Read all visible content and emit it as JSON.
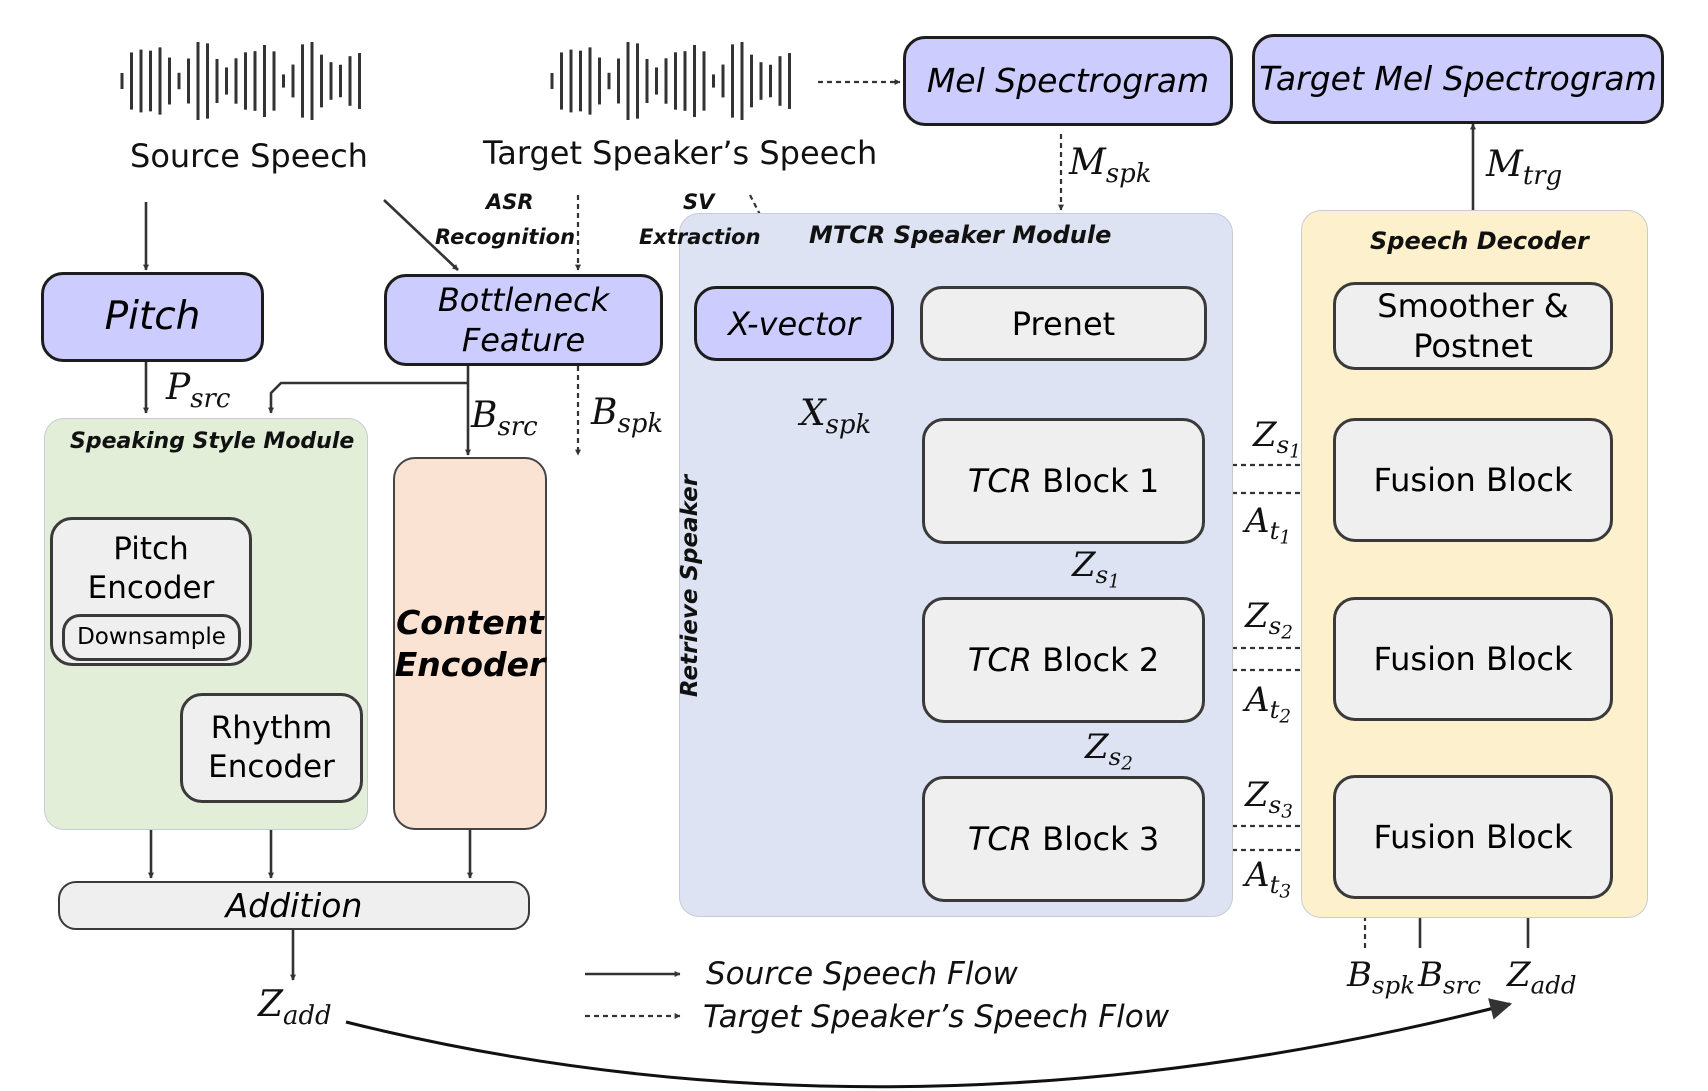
{
  "top": {
    "source_speech": "Source Speech",
    "target_speech": "Target Speaker’s Speech",
    "mel_spectrogram": "Mel Spectrogram",
    "target_mel_spectrogram": "Target Mel Spectrogram",
    "asr_1": "ASR",
    "asr_2": "Recognition",
    "sv_1": "SV",
    "sv_2": "Extraction"
  },
  "features": {
    "pitch": "Pitch",
    "bottleneck_1": "Bottleneck",
    "bottleneck_2": "Feature",
    "xvector": "X-vector"
  },
  "style_module": {
    "title": "Speaking Style Module",
    "pitch_encoder_1": "Pitch",
    "pitch_encoder_2": "Encoder",
    "downsample": "Downsample",
    "rhythm_encoder_1": "Rhythm",
    "rhythm_encoder_2": "Encoder"
  },
  "content_encoder": {
    "line1": "Content",
    "line2": "Encoder"
  },
  "addition": "Addition",
  "mtcr": {
    "title": "MTCR Speaker Module",
    "prenet": "Prenet",
    "retrieve": "Retrieve Speaker",
    "tcr_prefix": "TCR",
    "block1": "Block 1",
    "block2": "Block 2",
    "block3": "Block 3"
  },
  "decoder": {
    "title": "Speech Decoder",
    "smoother_1": "Smoother &",
    "smoother_2": "Postnet",
    "fusion": "Fusion Block"
  },
  "symbols": {
    "P": "P",
    "src": "src",
    "B": "B",
    "spk": "spk",
    "X": "X",
    "M": "M",
    "trg": "trg",
    "Z": "Z",
    "add": "add",
    "A": "A",
    "s": "s",
    "t": "t",
    "one": "1",
    "two": "2",
    "three": "3"
  },
  "legend": {
    "solid": "Source Speech Flow",
    "dashed": "Target Speaker’s Speech Flow"
  },
  "colors": {
    "feature_purple": "#ccccff",
    "style_green": "#e2eed8",
    "mtcr_blue": "#dde3f3",
    "decoder_yellow": "#fdf0cd",
    "content_peach": "#fbe3d4",
    "block_grey": "#efefef"
  }
}
